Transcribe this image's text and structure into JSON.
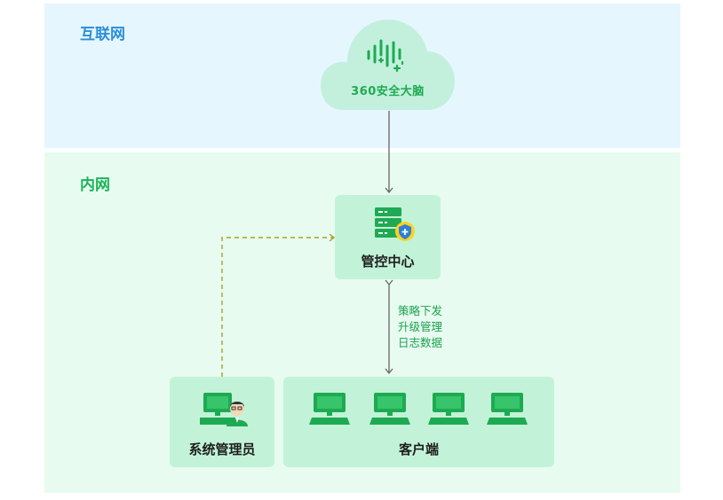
{
  "zones": {
    "internet_label": "互联网",
    "intranet_label": "内网"
  },
  "cloud": {
    "brand_text": "360安全大脑",
    "icon": "360-brain-logo-icon"
  },
  "management_center": {
    "label": "管控中心",
    "icon": "server-shield-icon"
  },
  "admin": {
    "label": "系统管理员",
    "icon": "admin-computer-icon"
  },
  "clients": {
    "label": "客户端",
    "icon": "computer-icon",
    "count": 4
  },
  "connection_labels": [
    "策略下发",
    "升级管理",
    "日志数据"
  ],
  "colors": {
    "internet_bg": "#e6f6fe",
    "intranet_bg": "#e8fbf0",
    "box_bg": "#c2f3d8",
    "brand_green": "#1eb35a",
    "internet_label": "#2b8fd8",
    "dashed_link": "#a7a021"
  }
}
